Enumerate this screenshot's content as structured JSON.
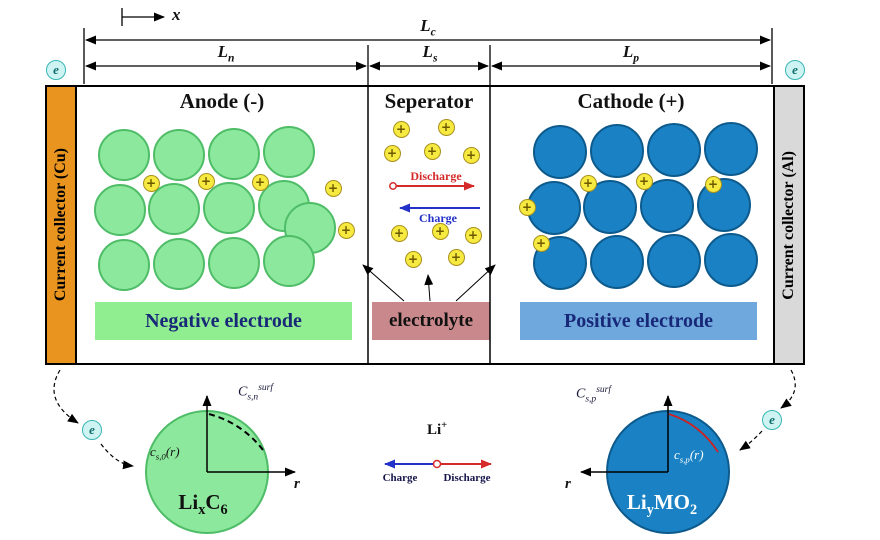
{
  "dims": {
    "x": "x",
    "lc": {
      "base": "L",
      "sub": "c"
    },
    "ln": {
      "base": "L",
      "sub": "n"
    },
    "ls": {
      "base": "L",
      "sub": "s"
    },
    "lp": {
      "base": "L",
      "sub": "p"
    }
  },
  "collectors": {
    "left": "Current collector (Cu)",
    "right": "Current collector (Al)"
  },
  "regions": {
    "anode": "Anode (-)",
    "separator": "Seperator",
    "cathode": "Cathode (+)"
  },
  "badges": {
    "negative": "Negative electrode",
    "electrolyte": "electrolyte",
    "positive": "Positive electrode"
  },
  "separator_flow": {
    "discharge": "Discharge",
    "charge": "Charge"
  },
  "electron_symbol": "e",
  "ion_symbol": "+",
  "bottom": {
    "anode_particle": {
      "conc": {
        "base": "c",
        "sub": "s,0",
        "paren": "(r)"
      },
      "surf": {
        "base": "C",
        "sub": "s,n",
        "sup": "surf"
      },
      "axis": "r",
      "formula": {
        "p1": "Li",
        "s1": "x",
        "p2": "C",
        "s2": "6"
      }
    },
    "ion_flow": {
      "ion_base": "Li",
      "ion_sup": "+",
      "charge": "Charge",
      "discharge": "Discharge"
    },
    "cathode_particle": {
      "conc": {
        "base": "c",
        "sub": "s,p",
        "paren": "(r)"
      },
      "surf": {
        "base": "C",
        "sub": "s,p",
        "sup": "surf"
      },
      "axis": "r",
      "formula": {
        "p1": "Li",
        "s1": "y",
        "p2": "MO",
        "s2": "2"
      }
    }
  },
  "colors": {
    "collector_cu": "#e8941f",
    "collector_al": "#d9d9d9",
    "anode_particle": "#8ce89c",
    "cathode_particle": "#1a82c4",
    "ion": "#f6e93f",
    "badge_negative": "#90ee90",
    "badge_electrolyte": "#c9898c",
    "badge_positive": "#6fa8dc",
    "discharge": "#d42a2a",
    "charge": "#2431c8"
  },
  "particles": {
    "anode": [
      [
        124,
        155
      ],
      [
        179,
        155
      ],
      [
        234,
        154
      ],
      [
        289,
        152
      ],
      [
        120,
        210
      ],
      [
        174,
        209
      ],
      [
        229,
        208
      ],
      [
        284,
        206
      ],
      [
        310,
        228
      ],
      [
        124,
        265
      ],
      [
        179,
        264
      ],
      [
        234,
        263
      ],
      [
        289,
        261
      ]
    ],
    "cathode": [
      [
        560,
        152
      ],
      [
        617,
        151
      ],
      [
        674,
        150
      ],
      [
        731,
        149
      ],
      [
        554,
        208
      ],
      [
        610,
        207
      ],
      [
        667,
        206
      ],
      [
        724,
        205
      ],
      [
        560,
        263
      ],
      [
        617,
        262
      ],
      [
        674,
        261
      ],
      [
        731,
        260
      ]
    ]
  },
  "ions": {
    "anode": [
      [
        151,
        183
      ],
      [
        206,
        181
      ],
      [
        260,
        182
      ],
      [
        333,
        188
      ],
      [
        346,
        230
      ]
    ],
    "separator": [
      [
        401,
        129
      ],
      [
        446,
        127
      ],
      [
        392,
        153
      ],
      [
        432,
        151
      ],
      [
        471,
        155
      ],
      [
        399,
        233
      ],
      [
        440,
        231
      ],
      [
        473,
        235
      ],
      [
        413,
        259
      ],
      [
        456,
        257
      ]
    ],
    "cathode": [
      [
        527,
        207
      ],
      [
        541,
        243
      ],
      [
        588,
        183
      ],
      [
        644,
        181
      ],
      [
        713,
        184
      ]
    ]
  }
}
